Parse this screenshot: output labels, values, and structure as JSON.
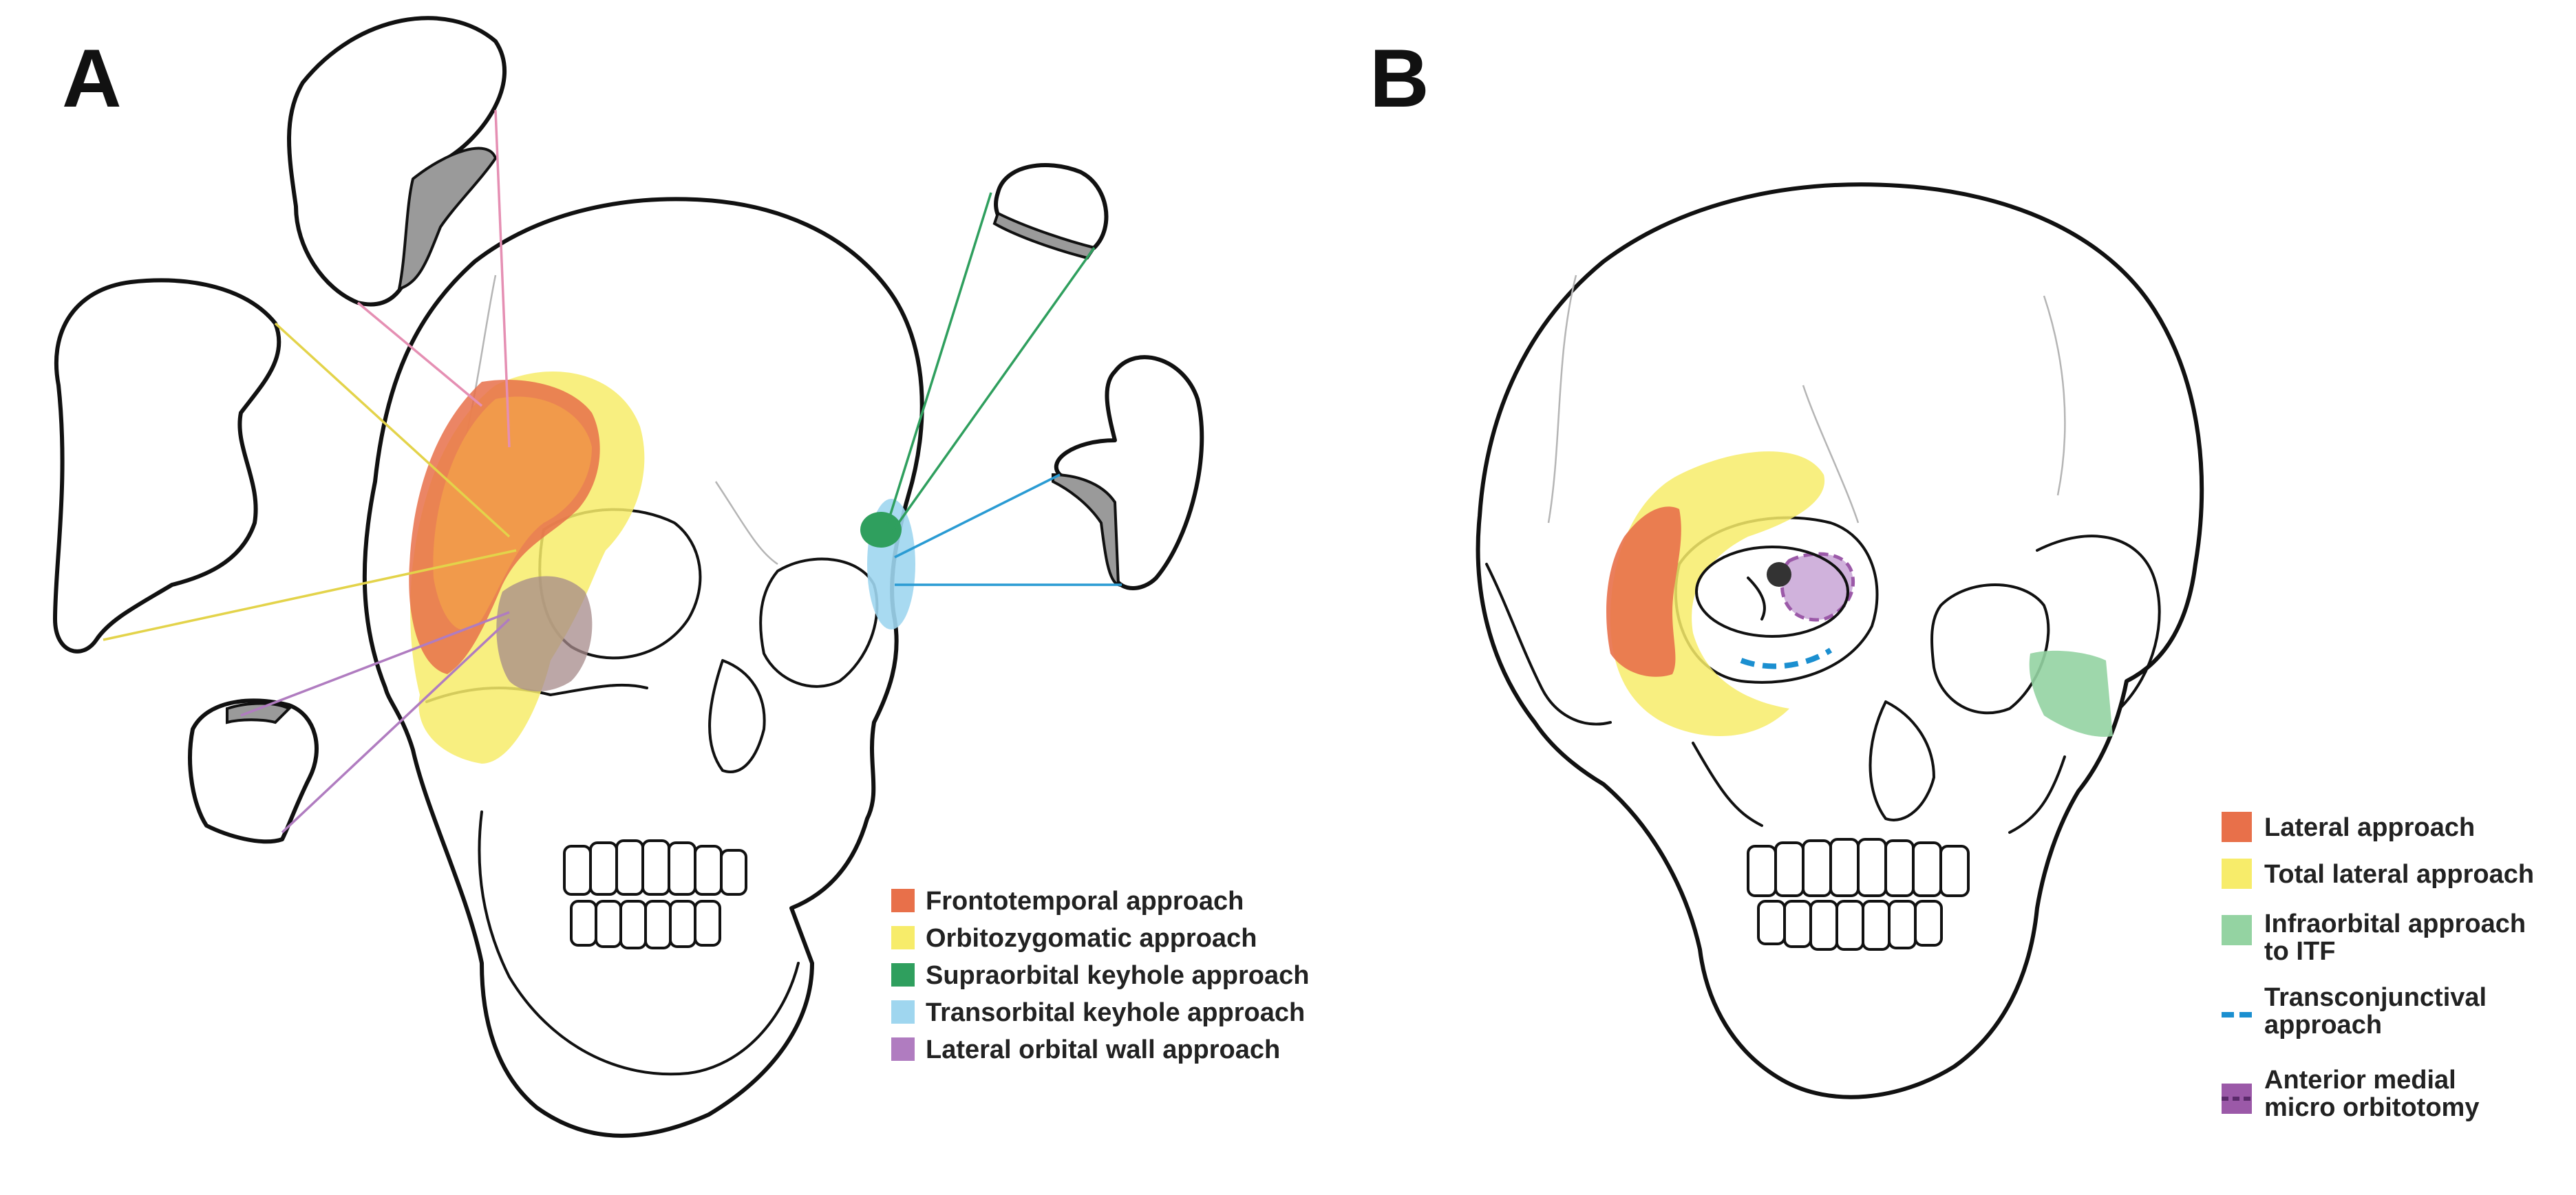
{
  "panels": [
    {
      "letter": "A"
    },
    {
      "letter": "B"
    }
  ],
  "legend_a": [
    {
      "label": "Frontotemporal approach",
      "color": "#e8704a",
      "swatch": "square"
    },
    {
      "label": "Orbitozygomatic approach",
      "color": "#f7ec6a",
      "swatch": "square"
    },
    {
      "label": "Supraorbital keyhole approach",
      "color": "#2f9f5e",
      "swatch": "square"
    },
    {
      "label": "Transorbital keyhole approach",
      "color": "#9fd6ef",
      "swatch": "square"
    },
    {
      "label": "Lateral orbital wall approach",
      "color": "#b07cc0",
      "swatch": "square"
    }
  ],
  "legend_b": [
    {
      "lines": [
        "Lateral approach"
      ],
      "color": "#e8704a",
      "swatch": "square"
    },
    {
      "lines": [
        "Total lateral approach"
      ],
      "color": "#f7ec6a",
      "swatch": "square"
    },
    {
      "lines": [
        "Infraorbital approach",
        "to ITF"
      ],
      "color": "#94d3a2",
      "swatch": "square"
    },
    {
      "lines": [
        "Transconjunctival",
        "approach"
      ],
      "color": "#1b8fd0",
      "swatch": "dash"
    },
    {
      "lines": [
        "Anterior medial",
        "micro orbitotomy"
      ],
      "color": "#9b59a8",
      "swatch": "square-dash"
    }
  ],
  "colors": {
    "outline": "#111111",
    "bone_cut": "#9a9a9a",
    "pointer_pink": "#e58fb3",
    "pointer_yellow": "#e3d34a",
    "pointer_green": "#2f9f5e",
    "pointer_blue": "#2a9bd3",
    "pointer_purple": "#b07cc0"
  }
}
